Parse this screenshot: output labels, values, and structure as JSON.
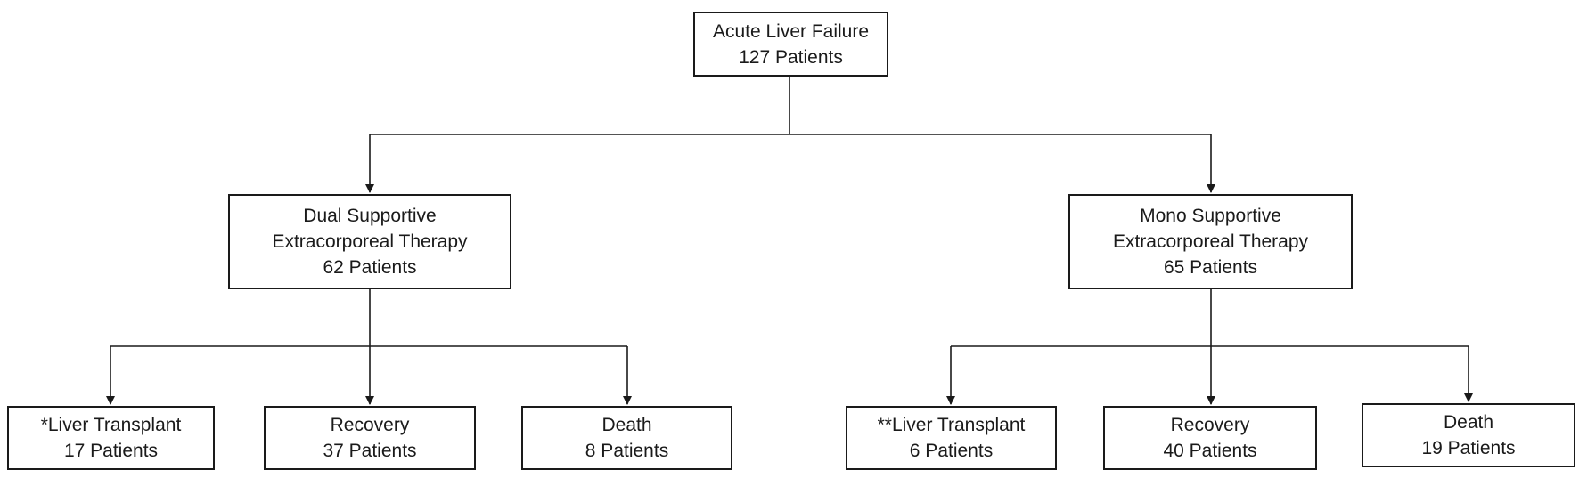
{
  "root": {
    "line1": "Acute Liver Failure",
    "line2": "127 Patients"
  },
  "groups": [
    {
      "line1": "Dual Supportive",
      "line2": "Extracorporeal Therapy",
      "line3": "62 Patients",
      "outcomes": [
        {
          "label": "*Liver Transplant",
          "count": "17 Patients"
        },
        {
          "label": "Recovery",
          "count": "37 Patients"
        },
        {
          "label": "Death",
          "count": "8 Patients"
        }
      ]
    },
    {
      "line1": "Mono Supportive",
      "line2": "Extracorporeal Therapy",
      "line3": "65 Patients",
      "outcomes": [
        {
          "label": "**Liver Transplant",
          "count": "6 Patients"
        },
        {
          "label": "Recovery",
          "count": "40 Patients"
        },
        {
          "label": "Death",
          "count": "19 Patients"
        }
      ]
    }
  ]
}
